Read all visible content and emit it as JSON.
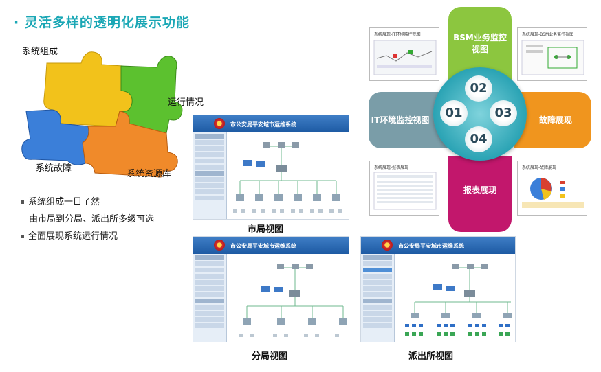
{
  "title": "· 灵活多样的透明化展示功能",
  "puzzle": {
    "labels": {
      "top": "系统组成",
      "right": "运行情况",
      "bottom_left": "系统故障",
      "bottom_right": "系统资源库"
    },
    "colors": {
      "yellow": "#f2c21b",
      "green": "#5cc12f",
      "blue": "#3b7fd9",
      "orange": "#f08a2a"
    }
  },
  "bullets": [
    {
      "text": "系统组成一目了然",
      "sub": "由市局到分局、派出所多级可选"
    },
    {
      "text": "全面展现系统运行情况",
      "sub": ""
    }
  ],
  "screens": {
    "header_text": "市公安局平安城市运维系统",
    "captions": {
      "city": "市局视图",
      "branch": "分局视图",
      "station": "派出所视图"
    }
  },
  "wheel": {
    "petals": {
      "top": "BSM业务监控视图",
      "left": "IT环境监控视图",
      "right": "故障展现",
      "bottom": "报表展现"
    },
    "numbers": [
      "01",
      "02",
      "03",
      "04"
    ],
    "cards": {
      "top_left": "系统展现-IT环境监控视图",
      "top_right": "系统展现-BSM业务监控视图",
      "bottom_left": "系统展现-报表展现",
      "bottom_right": "系统展现-故障展现"
    },
    "colors": {
      "teal": "#36a9b3",
      "green": "#8cc63f",
      "orange": "#f0951e",
      "magenta": "#c2176c",
      "slate": "#7a9da8"
    }
  }
}
